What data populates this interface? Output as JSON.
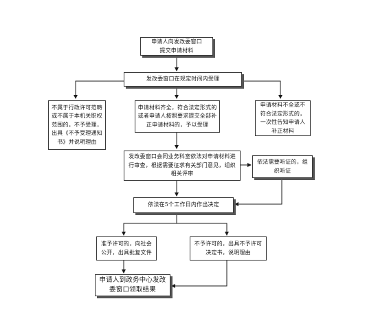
{
  "nodes": {
    "apply": "申请人向发改委窗口\n提交申请材料",
    "accept_deadline": "发改委窗口在规定时间内受理",
    "reject_scope": "不属于行政许可范畴或不属于本机关职权范围的，不予受理，出具《不予受理通知书》并说明理由",
    "accept_complete": "申请材料齐全，符合法定形式的或者申请人按照要求提交全部补正申请材料的，予以受理",
    "notify_supplement": "申请材料不全或不符合法定形式的，一次性告知申请人补正材料",
    "review": "发改委窗口会同业务科室依法对申请材料进行审查，根据需要征求有关部门意见，组织相关评审",
    "hearing": "依法需要听证的，组织听证",
    "decision": "依法在5个工作日内作出决定",
    "approve": "准予许可的，向社会公开，出具批复文件",
    "deny": "不予许可的，出具不予许可决定书，说明理由",
    "collect": "申请人到政务中心发改委窗口领取结果"
  }
}
